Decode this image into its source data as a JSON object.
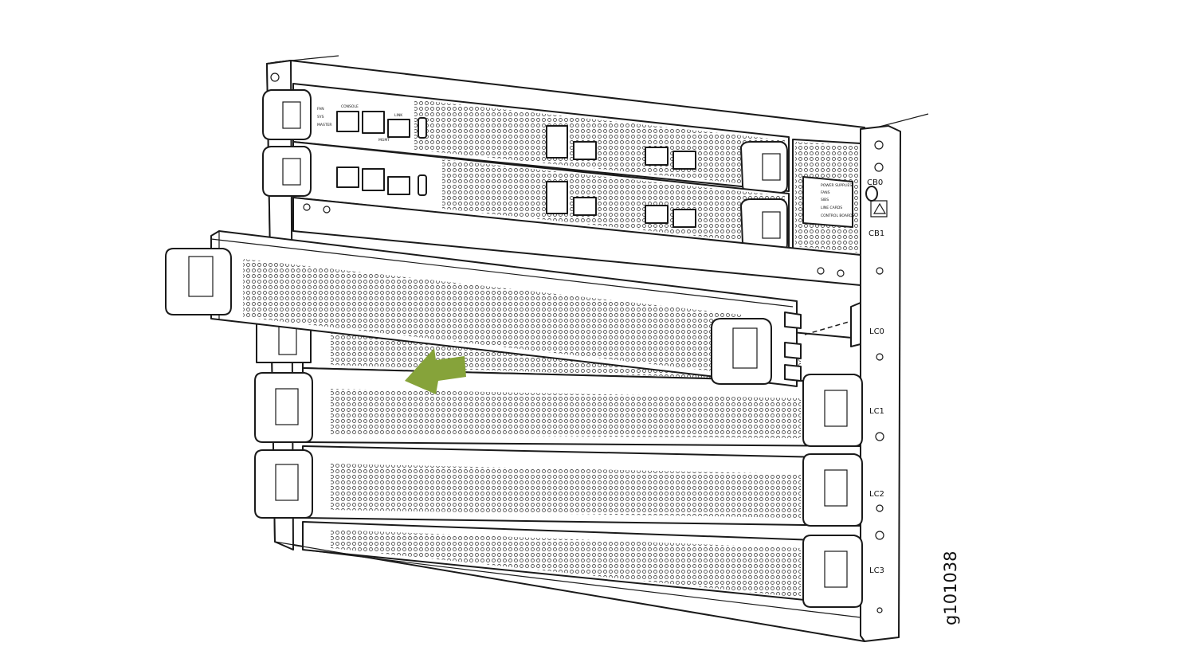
{
  "slot_labels": {
    "cb0": "CB0",
    "cb1": "CB1",
    "lc0": "LC0",
    "lc1": "LC1",
    "lc2": "LC2",
    "lc3": "LC3"
  },
  "status_panel": {
    "items": [
      "POWER SUPPLIES",
      "FANS",
      "SIBS",
      "LINE CARDS",
      "CONTROL BOARDS"
    ]
  },
  "control_board": {
    "leds": [
      "FAN",
      "SYS",
      "MASTER"
    ],
    "console": "CONSOLE",
    "mgmt": "MGMT",
    "link": "LINK"
  },
  "figure_id": "g101038",
  "colors": {
    "arrow": "#86a33a",
    "line": "#1a1a1a"
  }
}
